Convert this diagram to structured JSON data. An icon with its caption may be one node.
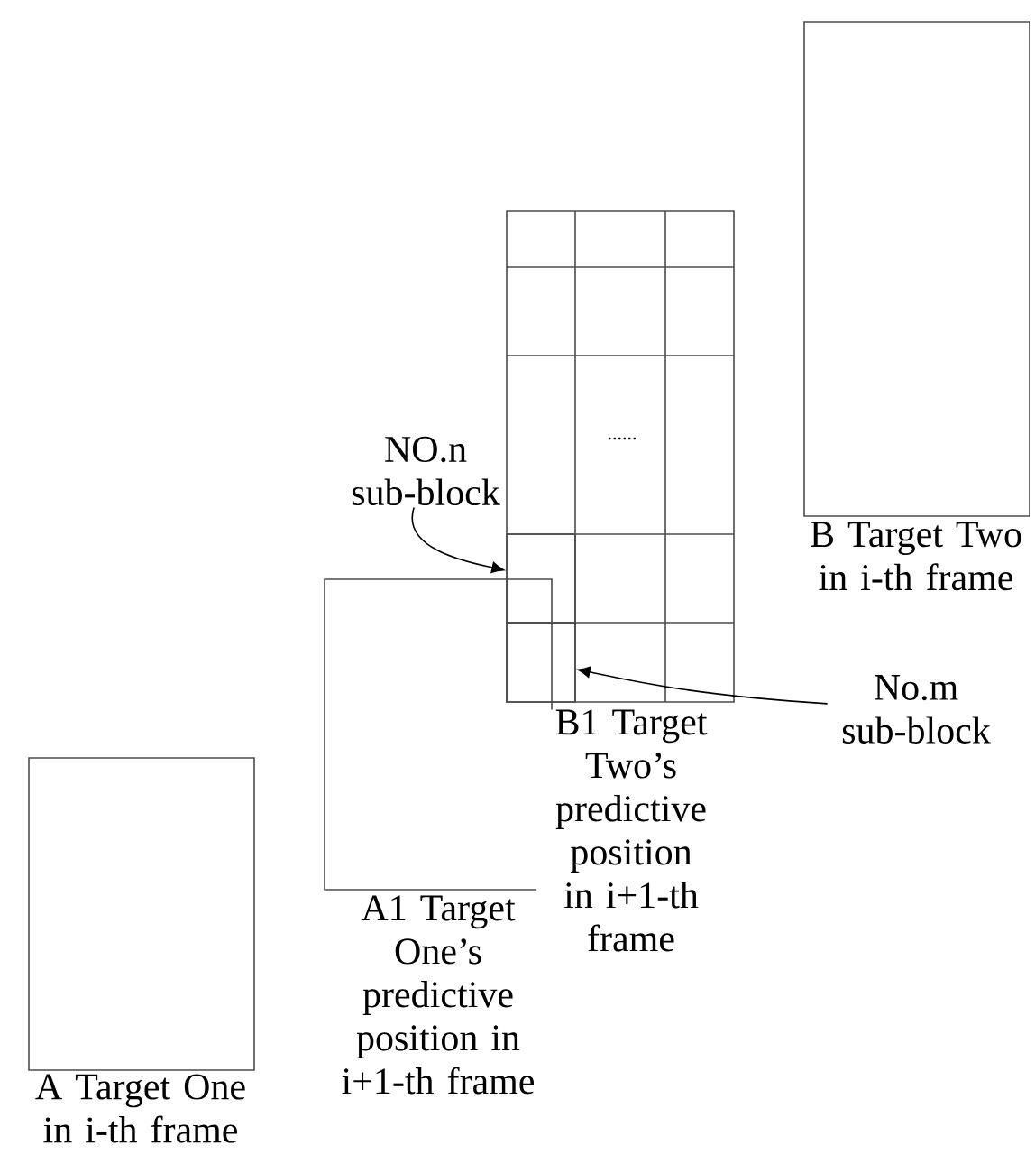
{
  "diagram": {
    "nodes": [
      {
        "text": [
          "A Target One in i-th frame"
        ]
      },
      {
        "text": [
          "A1 Target One’s predictive position in i+1-th frame"
        ]
      },
      {
        "text": [
          "B1 Target Two’s predictive position in i+1-th frame"
        ]
      },
      {
        "text": [
          "B Target Two in i-th frame"
        ]
      },
      {
        "text": [
          "NO.n sub-block"
        ]
      },
      {
        "text": [],
        "shape": "box",
        "in": 2
      },
      {
        "text": [
          "No.m sub-block"
        ]
      },
      {
        "text": [],
        "shape": "box",
        "in": 2
      }
    ],
    "edges": [
      {
        "from": 4,
        "to": 5,
        "arrow": "to"
      },
      {
        "from": 6,
        "to": 7,
        "arrow": "to"
      }
    ],
    "labels": [
      "......"
    ]
  }
}
